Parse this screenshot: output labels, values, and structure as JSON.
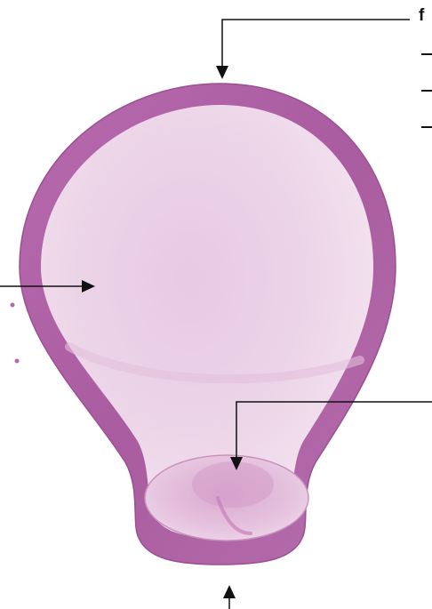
{
  "diagram": {
    "heading_fragment": "f",
    "object_colors": {
      "outer_ring": "#b163a6",
      "ring_highlight": "#c07fb6",
      "inner_membrane": "#ead0e6",
      "inner_ring_base": "#dcb0d2",
      "inner_ring_edge": "#c992be",
      "leader_line": "#111111"
    },
    "leader_lines": [
      {
        "id": "top-arrow",
        "target": "outer-ring-top"
      },
      {
        "id": "left-arrow",
        "target": "membrane-body"
      },
      {
        "id": "inner-ring-arrow",
        "target": "inner-ring"
      },
      {
        "id": "bottom-arrow",
        "target": "outer-ring-bottom"
      }
    ],
    "list_dash_count": 3
  }
}
